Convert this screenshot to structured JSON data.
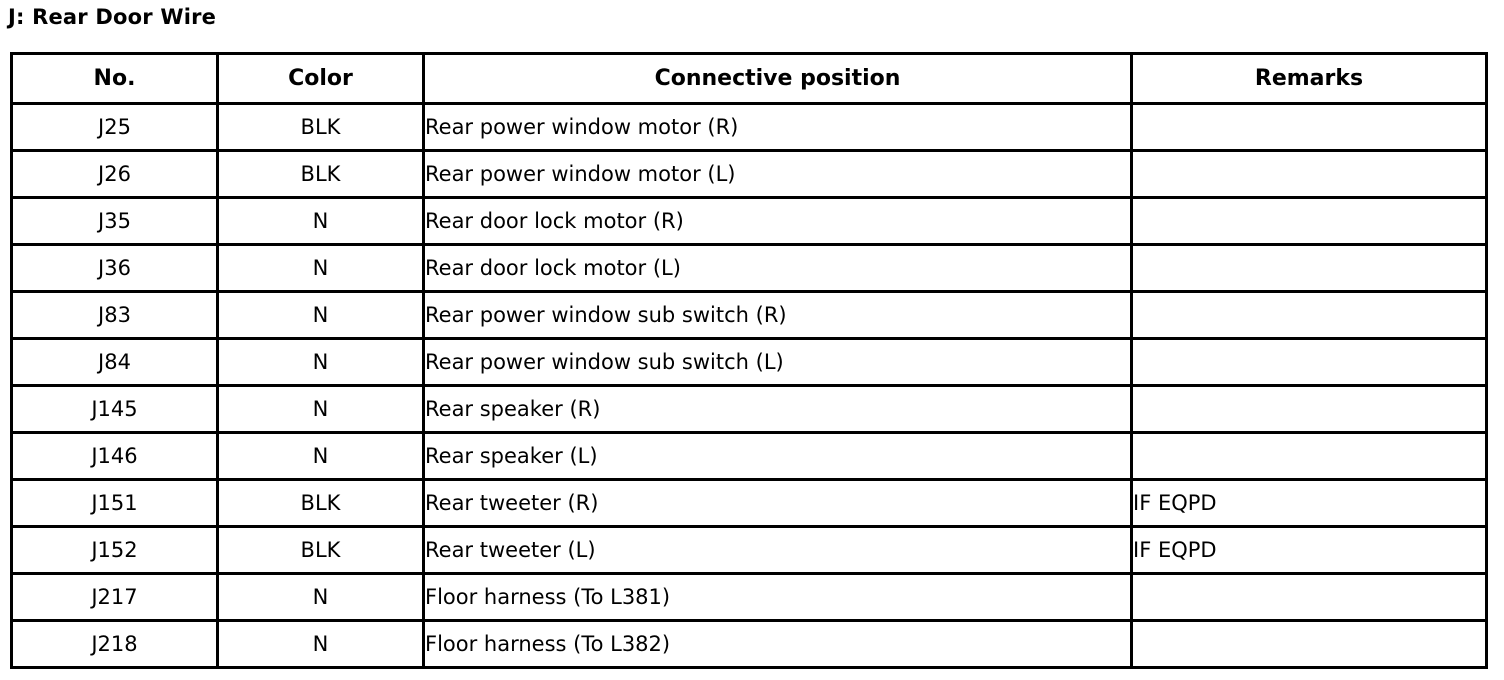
{
  "page": {
    "title": "J: Rear Door Wire"
  },
  "table": {
    "columns": [
      {
        "key": "no",
        "label": "No.",
        "align": "center"
      },
      {
        "key": "color",
        "label": "Color",
        "align": "center"
      },
      {
        "key": "position",
        "label": "Connective position",
        "align": "left"
      },
      {
        "key": "remarks",
        "label": "Remarks",
        "align": "left"
      }
    ],
    "rows": [
      {
        "no": "J25",
        "color": "BLK",
        "position": "Rear power window motor (R)",
        "remarks": ""
      },
      {
        "no": "J26",
        "color": "BLK",
        "position": "Rear power window motor (L)",
        "remarks": ""
      },
      {
        "no": "J35",
        "color": "N",
        "position": "Rear door lock motor (R)",
        "remarks": ""
      },
      {
        "no": "J36",
        "color": "N",
        "position": "Rear door lock motor (L)",
        "remarks": ""
      },
      {
        "no": "J83",
        "color": "N",
        "position": "Rear power window sub switch (R)",
        "remarks": ""
      },
      {
        "no": "J84",
        "color": "N",
        "position": "Rear power window sub switch (L)",
        "remarks": ""
      },
      {
        "no": "J145",
        "color": "N",
        "position": "Rear speaker (R)",
        "remarks": ""
      },
      {
        "no": "J146",
        "color": "N",
        "position": "Rear speaker (L)",
        "remarks": ""
      },
      {
        "no": "J151",
        "color": "BLK",
        "position": "Rear tweeter (R)",
        "remarks": "IF EQPD"
      },
      {
        "no": "J152",
        "color": "BLK",
        "position": "Rear tweeter (L)",
        "remarks": "IF EQPD"
      },
      {
        "no": "J217",
        "color": "N",
        "position": "Floor harness (To L381)",
        "remarks": ""
      },
      {
        "no": "J218",
        "color": "N",
        "position": "Floor harness (To L382)",
        "remarks": ""
      }
    ]
  },
  "colors": {
    "border": "#000000",
    "text": "#000000",
    "background": "#ffffff"
  }
}
